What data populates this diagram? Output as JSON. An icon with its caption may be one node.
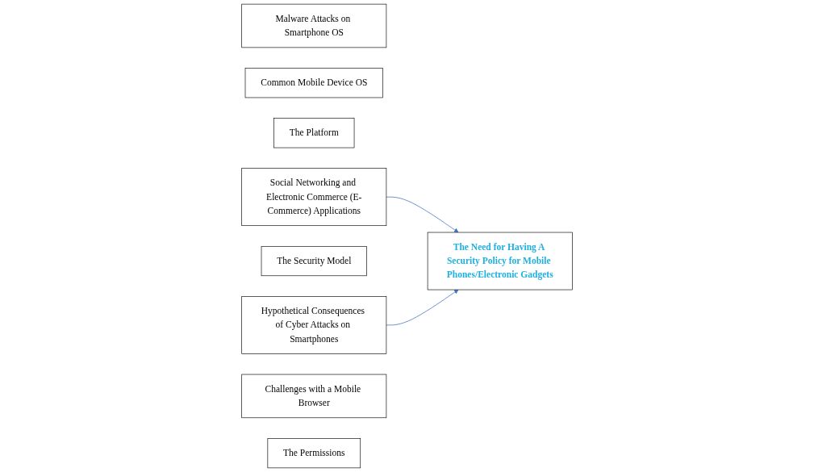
{
  "diagram": {
    "nodes": [
      {
        "text": [
          "Malware Attacks on Smartphone OS"
        ]
      },
      {
        "text": [
          "Common Mobile Device OS"
        ]
      },
      {
        "text": [
          "The Platform"
        ]
      },
      {
        "text": [
          "Social Networking and Electronic Commerce (E-Commerce) Applications"
        ]
      },
      {
        "text": [
          "The Need for Having A Security Policy for Mobile Phones/Electronic Gadgets"
        ]
      },
      {
        "text": [
          "The Security Model"
        ]
      },
      {
        "text": [
          "Hypothetical Consequences of Cyber Attacks on Smartphones"
        ]
      },
      {
        "text": [
          "Challenges with a Mobile Browser"
        ]
      },
      {
        "text": [
          "The Permissions"
        ]
      }
    ],
    "edges": [
      {
        "from": 3,
        "to": 4,
        "arrow": "to"
      },
      {
        "from": 6,
        "to": 4,
        "arrow": "to"
      }
    ]
  }
}
